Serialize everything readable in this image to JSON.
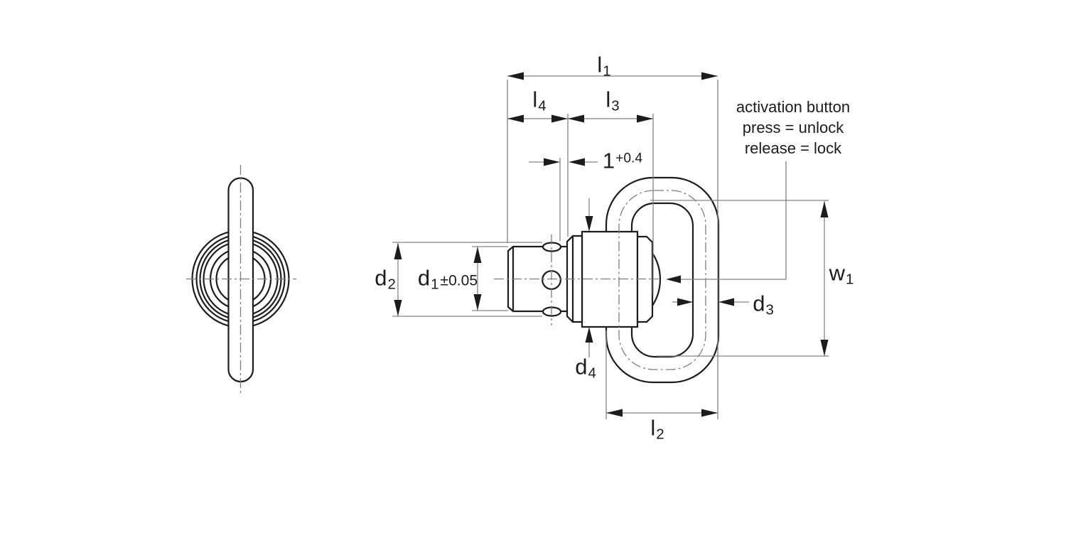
{
  "drawing": {
    "type": "technical-drawing",
    "subject": "ball-lock pin with ring, front view and side view"
  },
  "labels": {
    "l1": {
      "base": "l",
      "sub": "1"
    },
    "l4": {
      "base": "l",
      "sub": "4"
    },
    "l3": {
      "base": "l",
      "sub": "3"
    },
    "groove": {
      "base": "1",
      "sup": "+0.4"
    },
    "d2": {
      "base": "d",
      "sub": "2"
    },
    "d1": {
      "base": "d",
      "sub": "1",
      "suffix": "±0.05"
    },
    "d3": {
      "base": "d",
      "sub": "3"
    },
    "d4": {
      "base": "d",
      "sub": "4"
    },
    "w1": {
      "base": "w",
      "sub": "1"
    },
    "l2": {
      "base": "l",
      "sub": "2"
    }
  },
  "annotation": {
    "line1": "activation button",
    "line2": "press = unlock",
    "line3": "release = lock"
  },
  "colors": {
    "outline": "#1c1c1c",
    "dimension_line": "#838383",
    "centerline": "#7d7d7d",
    "background": "#ffffff",
    "text": "#1c1c1c"
  }
}
